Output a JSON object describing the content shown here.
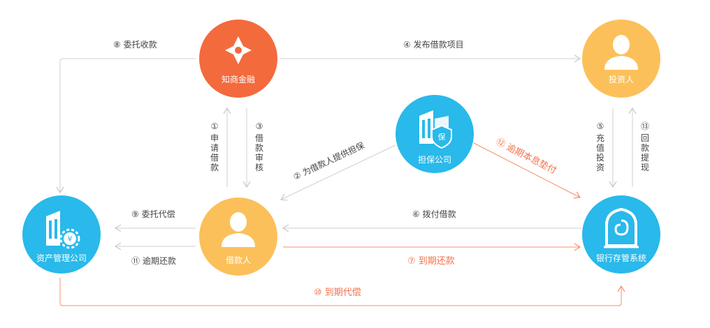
{
  "colors": {
    "orange": "#f36a3d",
    "yellow": "#fcc05a",
    "blue": "#29b9ea",
    "line_gray": "#cfcfcf",
    "line_orange": "#f4906c",
    "text_dark": "#444444",
    "text_orange": "#f2734d"
  },
  "nodes": {
    "zhishang": {
      "label": "知商金融",
      "icon": "platform-logo-icon"
    },
    "investor": {
      "label": "投资人",
      "icon": "person-icon"
    },
    "guarantee": {
      "label": "担保公司",
      "icon": "guarantee-building-icon",
      "badge": "保"
    },
    "asset": {
      "label": "资产管理公司",
      "icon": "asset-building-gear-icon",
      "badge": "¥"
    },
    "borrower": {
      "label": "借款人",
      "icon": "person-icon"
    },
    "bank": {
      "label": "银行存管系统",
      "icon": "bank-vault-icon"
    }
  },
  "edges": {
    "e1": "① 申请借款",
    "e2": "② 为借款人提供担保",
    "e3": "③ 借款审核",
    "e4": "④ 发布借款项目",
    "e5": "⑤ 充值投资",
    "e6": "⑥ 拨付借款",
    "e7": "⑦ 到期还款",
    "e8": "⑧ 委托收款",
    "e9": "⑨ 委托代偿",
    "e10": "⑩ 到期代偿",
    "e11": "⑪ 逾期还款",
    "e12": "⑫ 逾期本息垫付",
    "e13": "⑬ 回款提现"
  },
  "vertical_labels": {
    "e1": {
      "num": "①",
      "text": "申请借款"
    },
    "e3": {
      "num": "③",
      "text": "借款审核"
    },
    "e5": {
      "num": "⑤",
      "text": "充值投资"
    },
    "e13": {
      "num": "⑬",
      "text": "回款提现"
    }
  }
}
